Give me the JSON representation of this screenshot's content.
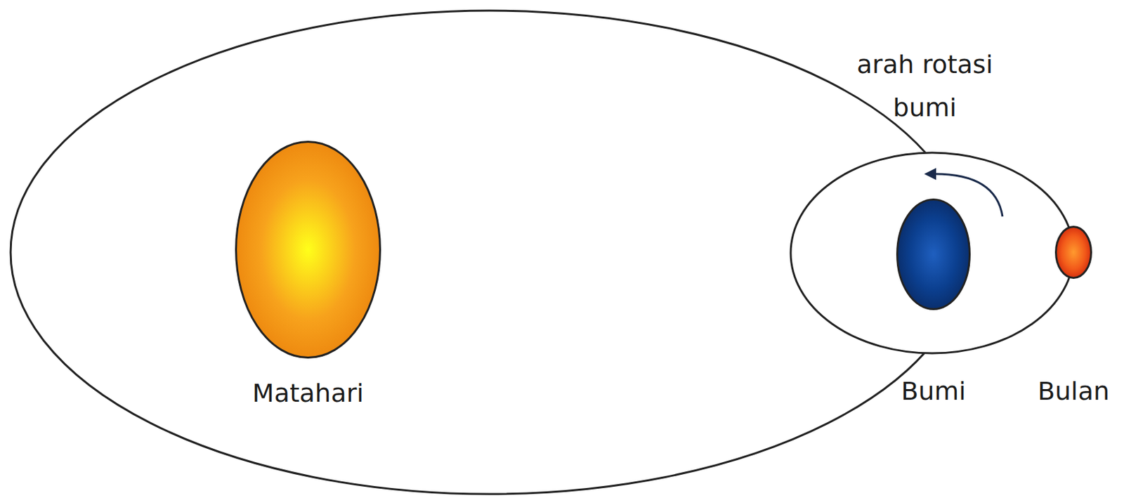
{
  "diagram": {
    "nodes": [
      {
        "text": [
          "Matahari"
        ]
      },
      {
        "text": [
          "Bumi"
        ]
      },
      {
        "text": [
          "Bulan"
        ]
      }
    ],
    "labels": [
      "arah rotasi bumi"
    ]
  }
}
